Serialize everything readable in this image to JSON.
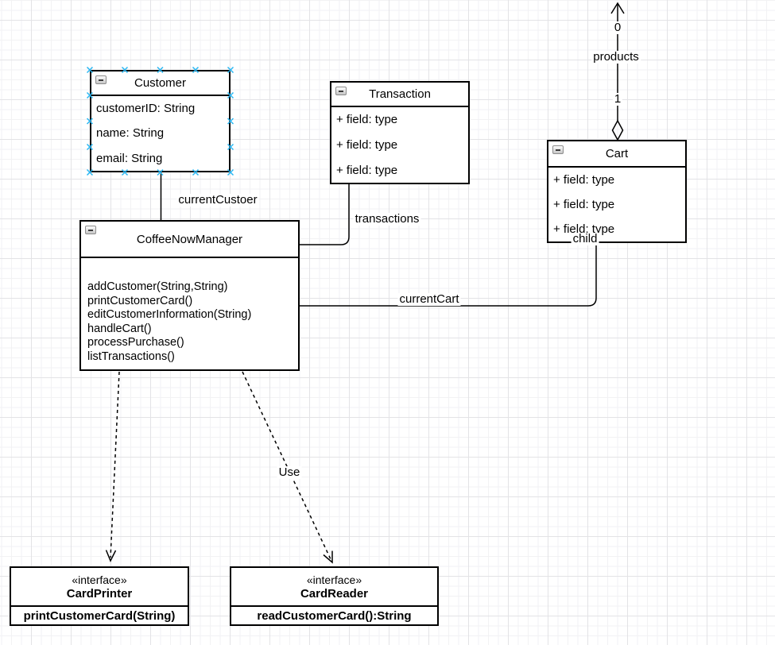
{
  "colors": {
    "stroke": "#000000",
    "selection_handle": "#29b6f2",
    "grid_minor": "#f2f2f4",
    "grid_major": "#e3e3e6",
    "background": "#ffffff"
  },
  "icons": {
    "collapse": "collapse-minus-icon",
    "aggregation": "diamond-icon",
    "arrowhead": "open-arrow-icon"
  },
  "classes": {
    "customer": {
      "title": "Customer",
      "fields": [
        "customerID: String",
        "name: String",
        "email: String"
      ]
    },
    "transaction": {
      "title": "Transaction",
      "fields": [
        "+ field: type",
        "+ field: type",
        "+ field: type"
      ]
    },
    "cart": {
      "title": "Cart",
      "fields": [
        "+ field: type",
        "+ field: type",
        "+ field: type"
      ]
    },
    "manager": {
      "title": "CoffeeNowManager",
      "methods": [
        "addCustomer(String,String)",
        "printCustomerCard()",
        "editCustomerInformation(String)",
        "handleCart()",
        "processPurchase()",
        "listTransactions()"
      ]
    }
  },
  "interfaces": {
    "card_printer": {
      "stereotype": "«interface»",
      "name": "CardPrinter",
      "method": "printCustomerCard(String)"
    },
    "card_reader": {
      "stereotype": "«interface»",
      "name": "CardReader",
      "method": "readCustomerCard():String"
    }
  },
  "edge_labels": {
    "current_customer": "currentCustoer",
    "transactions": "transactions",
    "current_cart": "currentCart",
    "child": "child",
    "products": "products",
    "multiplicity_zero": "0",
    "multiplicity_one": "1",
    "use": "Use"
  }
}
